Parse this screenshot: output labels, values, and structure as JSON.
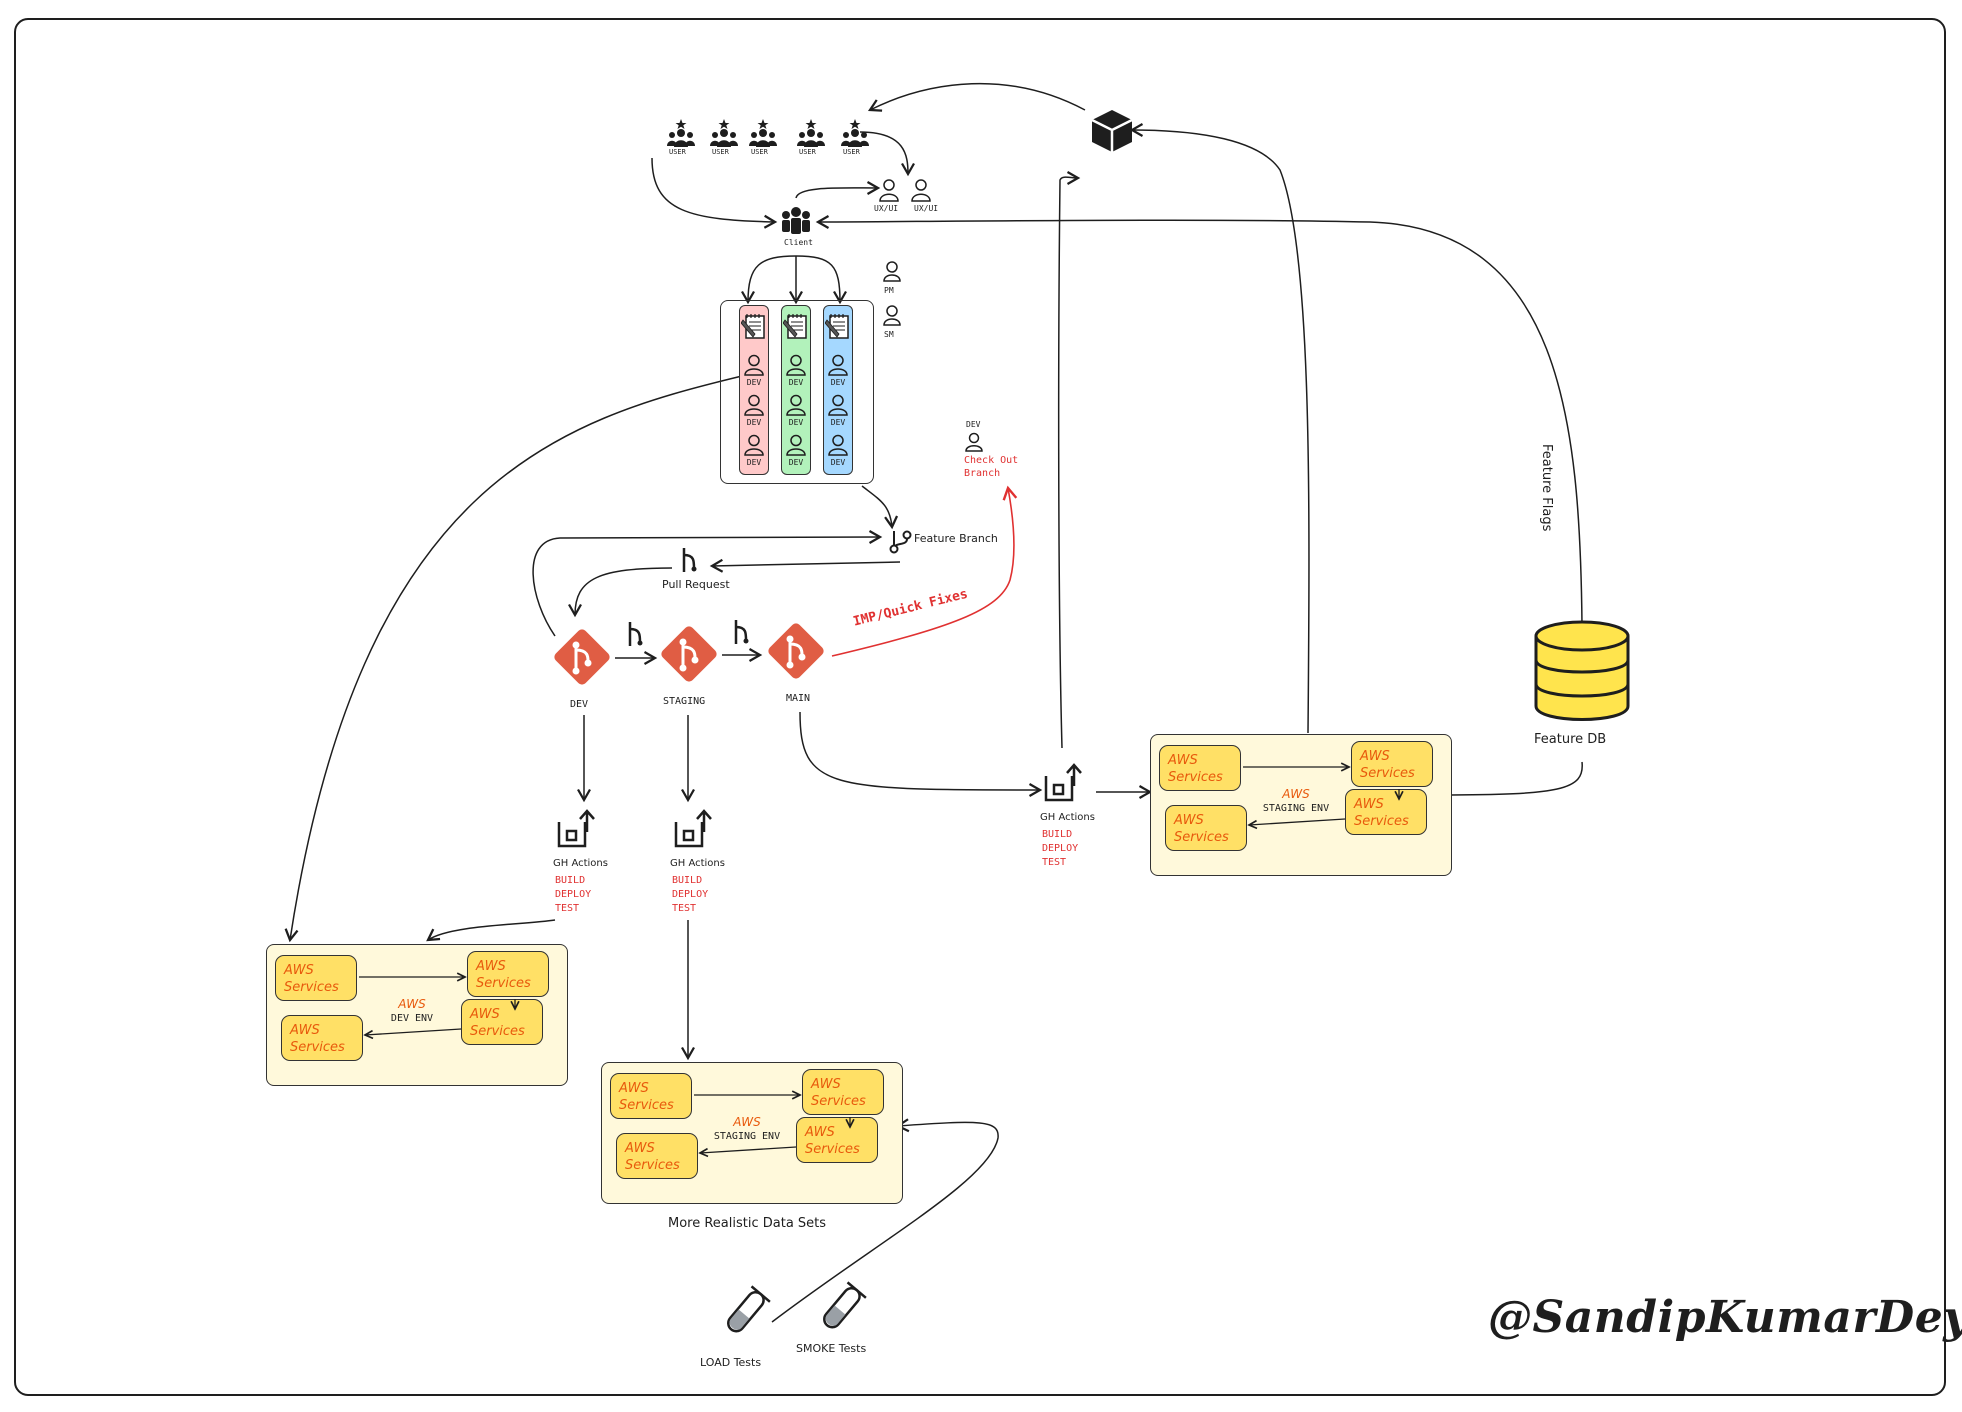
{
  "users": {
    "label": "USER",
    "count": 5
  },
  "ux": {
    "label": "UX/UI"
  },
  "client": {
    "label": "Client"
  },
  "pm": {
    "label": "PM"
  },
  "sm": {
    "label": "SM"
  },
  "board": {
    "dev_label": "DEV",
    "colors": [
      "#ffc9c9",
      "#b2f2bb",
      "#a5d8ff"
    ]
  },
  "dev_checkout": {
    "role": "DEV",
    "action": "Check Out\nBranch"
  },
  "feature_branch": {
    "label": "Feature Branch"
  },
  "pull_request": {
    "label": "Pull Request"
  },
  "branches": {
    "dev": "DEV",
    "staging": "STAGING",
    "main": "MAIN"
  },
  "quick_fix": {
    "label": "IMP/Quick Fixes"
  },
  "gh_actions": {
    "label": "GH Actions",
    "steps": "BUILD\nDEPLOY\nTEST"
  },
  "aws": {
    "service_line1": "AWS",
    "service_line2": "Services",
    "name": "AWS"
  },
  "envs": {
    "dev": "DEV ENV",
    "staging": "STAGING ENV"
  },
  "realistic": {
    "label": "More Realistic Data Sets"
  },
  "tests": {
    "load": "LOAD Tests",
    "smoke": "SMOKE Tests"
  },
  "feature_db": {
    "label": "Feature DB"
  },
  "feature_flags": {
    "label": "Feature Flags"
  },
  "signature": {
    "text": "@SandipKumarDey"
  },
  "colors": {
    "git": "#e05d44",
    "db": "#ffe44d",
    "accent_red": "#e03131",
    "aws_text": "#e8590c"
  }
}
